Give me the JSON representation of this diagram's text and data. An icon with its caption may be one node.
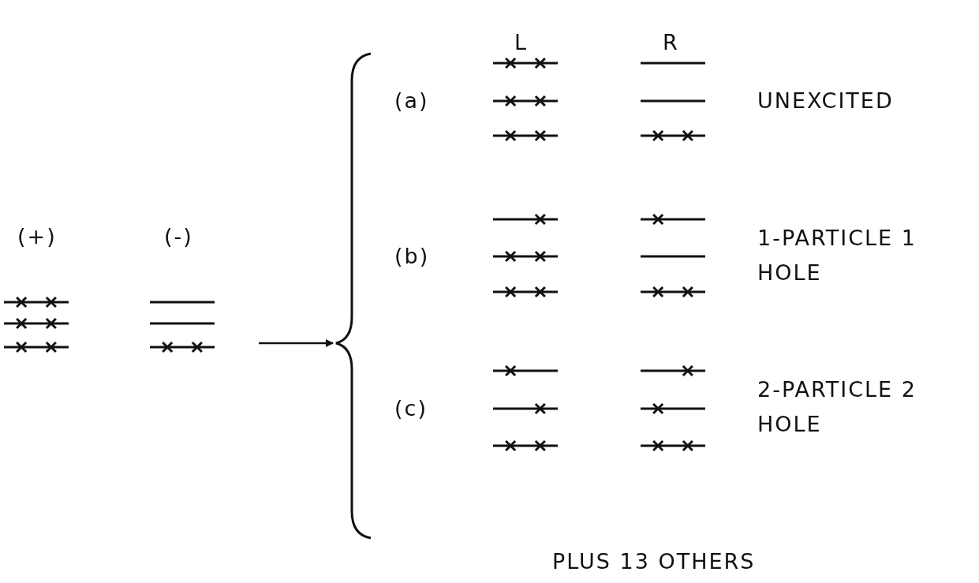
{
  "diagram": {
    "nodes": [
      {
        "text": [],
        "shape": "picture"
      },
      {
        "text": [],
        "shape": "brace"
      }
    ],
    "edges": [
      {
        "from": 0,
        "to": 1,
        "arrow": "to"
      }
    ],
    "labels": [
      "L",
      "R",
      "(a)",
      "UNEXCITED",
      "(+)",
      "(-)",
      "(b)",
      "1-PARTICLE 1 HOLE",
      "(c)",
      "2-PARTICLE 2 HOLE",
      "PLUS 13 OTHERS"
    ]
  }
}
